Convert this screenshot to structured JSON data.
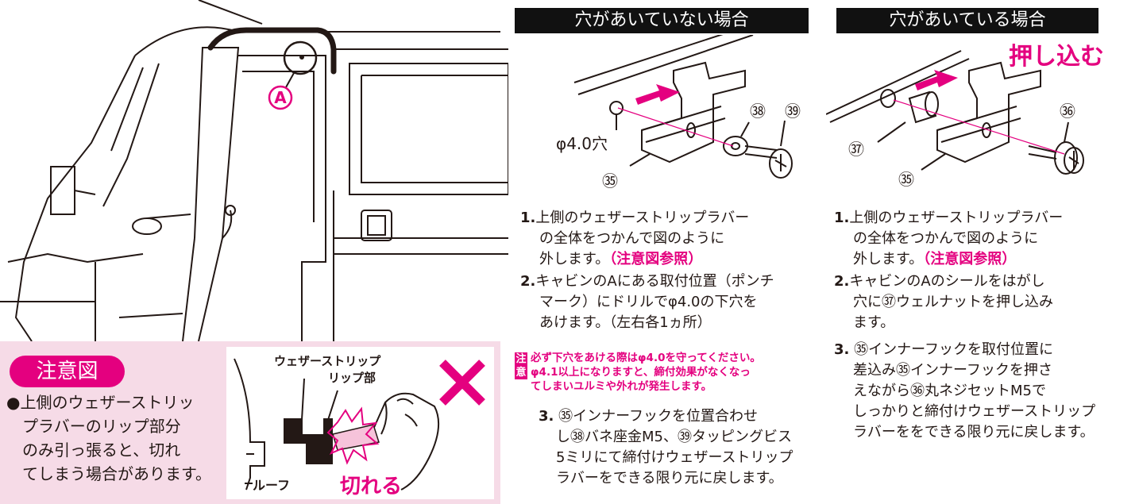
{
  "left_illustration": {
    "marker": "A"
  },
  "panel_no_hole": {
    "header": "穴があいていない場合",
    "labels": {
      "hole": "φ4.0穴",
      "part35": "㉟",
      "part38": "㊳",
      "part39": "㊴"
    },
    "steps": [
      {
        "num": "1.",
        "lines": [
          "上側のウェザーストリップラバー",
          "の全体をつかんで図のように",
          "外します。"
        ],
        "highlight": "（注意図参照）"
      },
      {
        "num": "2.",
        "lines": [
          "キャビンのAにある取付位置（ポンチ",
          "マーク）にドリルでφ4.0の下穴を",
          "あけます。（左右各1ヵ所）"
        ]
      },
      {
        "num": "3.",
        "lines": [
          "㉟インナーフックを位置合わせ",
          "し㊳バネ座金M5、㊴タッピングビス",
          "5ミリにて締付けウェザーストリップ",
          "ラバーをできる限り元に戻します。"
        ]
      }
    ],
    "warning": {
      "badge": [
        "注",
        "意"
      ],
      "lines": [
        "必ず下穴をあける際はφ4.0を守ってください。",
        "φ4.1以上になりますと、締付効果がなくなっ",
        "てしまいユルミや外れが発生します。"
      ]
    }
  },
  "panel_with_hole": {
    "header": "穴があいている場合",
    "push_label": "押し込む",
    "labels": {
      "part35": "㉟",
      "part36": "㊱",
      "part37": "㊲"
    },
    "steps": [
      {
        "num": "1.",
        "lines": [
          "上側のウェザーストリップラバー",
          "の全体をつかんで図のように",
          "外します。"
        ],
        "highlight": "（注意図参照）"
      },
      {
        "num": "2.",
        "lines": [
          "キャビンのAのシールをはがし",
          "穴に㊲ウェルナットを押し込み",
          "ます。"
        ]
      },
      {
        "num": "3.",
        "lines": [
          "㉟インナーフックを取付位置に",
          "差込み㉟インナーフックを押さ",
          "えながら㊱丸ネジセットM5で",
          "しっかりと締付けウェザーストリップ",
          "ラバーををできる限り元に戻します。"
        ]
      }
    ]
  },
  "caution": {
    "title": "注意図",
    "text_lines": [
      "●上側のウェザーストリッ",
      "　プラバーのリップ部分",
      "　のみ引っ張ると、切れ",
      "　てしまう場合があります。"
    ],
    "diagram": {
      "label_weatherstrip": "ウェザーストリップ",
      "label_lip": "リップ部",
      "label_roof": "ルーフ",
      "label_cut": "切れる",
      "cross_color": "#e4007f"
    }
  },
  "colors": {
    "accent": "#e4007f",
    "header_bg": "#111111",
    "caution_bg": "#f6dbe7"
  }
}
